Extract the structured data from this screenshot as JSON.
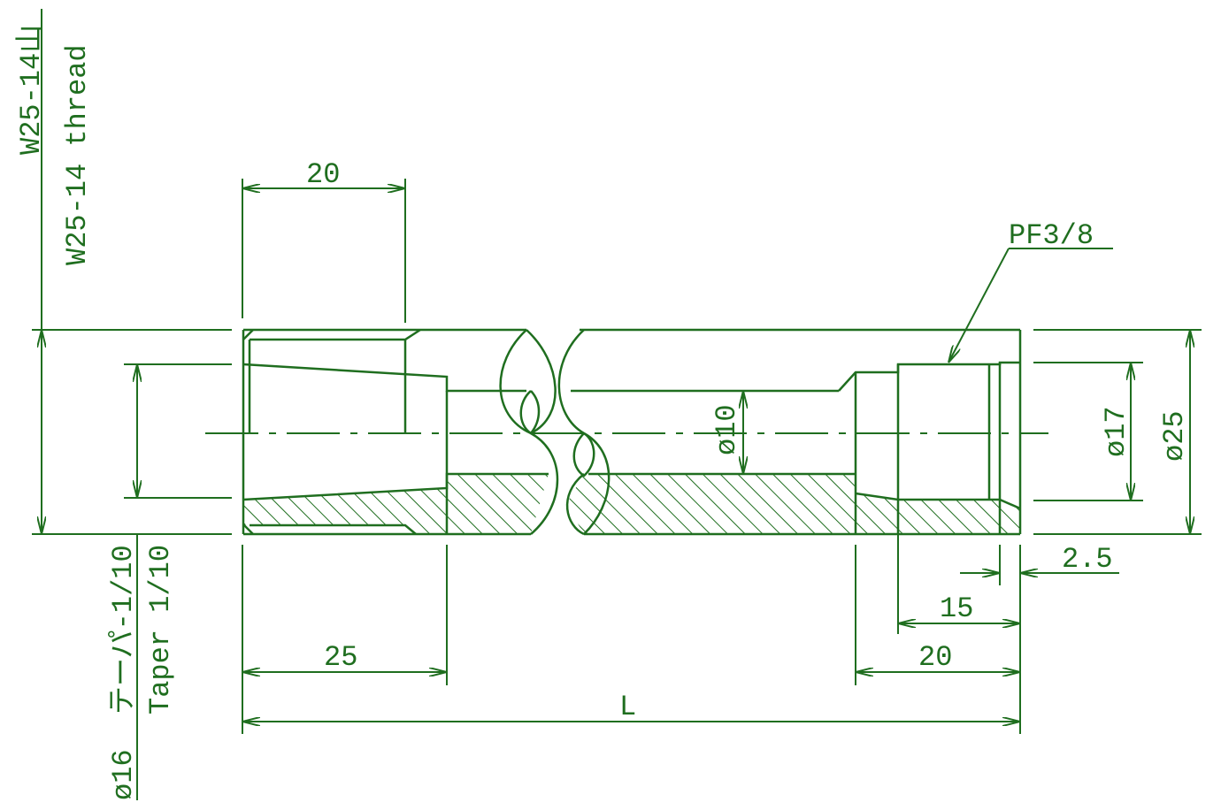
{
  "drawing": {
    "line_color": "#1f6e1f",
    "top_left_label_jp": "W25-14山",
    "top_left_label_en": "W25-14 thread",
    "bottom_left_label_diameter": "ø16",
    "bottom_left_label_taper_jp": "テーパ-1/10",
    "bottom_left_label_taper_en": "Taper 1/10",
    "dim_left_thread_length": "20",
    "dim_left_taper_length": "25",
    "dim_overall_length": "L",
    "port_label": "PF3/8",
    "dim_bore_diameter": "ø10",
    "dim_port_diameter": "ø17",
    "dim_outer_diameter": "ø25",
    "dim_chamfer": "2.5",
    "dim_port_depth": "15",
    "dim_right_length": "20"
  }
}
